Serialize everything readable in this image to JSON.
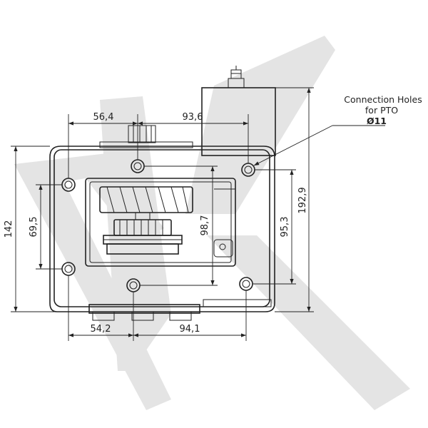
{
  "diagram": {
    "dimensions": {
      "top_left_width": "56,4",
      "top_right_width": "93,6",
      "bottom_left_width": "54,2",
      "bottom_right_width": "94,1",
      "left_total_height": "142",
      "left_hole_spacing": "69,5",
      "center_height": "98,7",
      "right_hole_spacing": "95,3",
      "right_total_height": "192,9"
    },
    "callout": {
      "line1": "Connection Holes",
      "line2": "for PTO",
      "line3": "Ø11"
    }
  },
  "colors": {
    "watermark": "#e4e4e4",
    "line": "#222222",
    "background": "#ffffff"
  }
}
